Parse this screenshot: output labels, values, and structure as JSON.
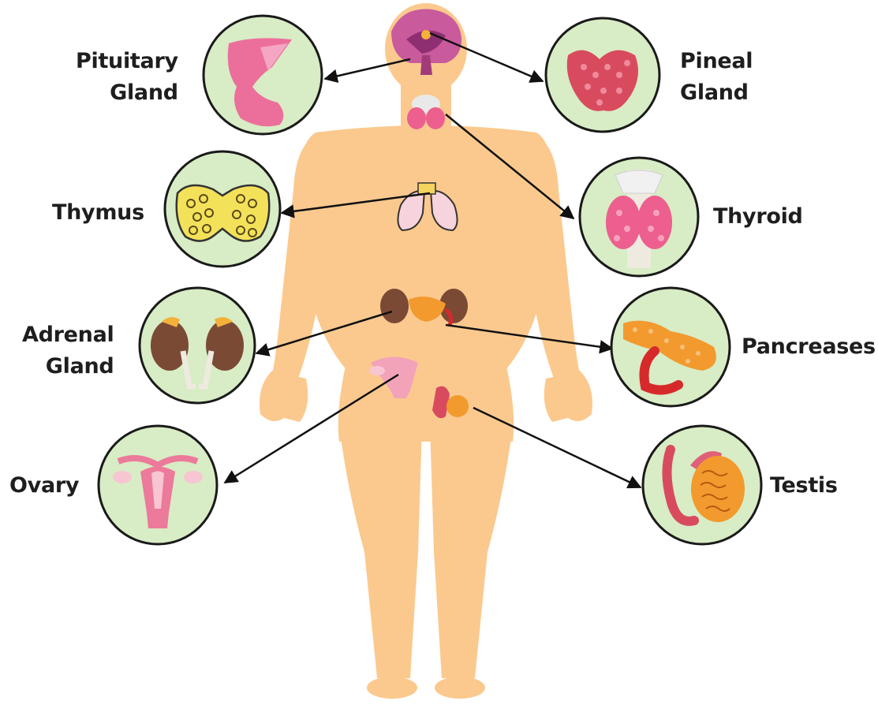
{
  "labels": {
    "pituitary": [
      "Pituitary",
      "Gland"
    ],
    "pineal": [
      "Pineal",
      "Gland"
    ],
    "thymus": "Thymus",
    "thyroid": "Thyroid",
    "adrenal": [
      "Adrenal",
      "Gland"
    ],
    "pancreas": "Pancreases",
    "ovary": "Ovary",
    "testis": "Testis"
  },
  "colors": {
    "skin": "#fbc98e",
    "circle_fill": "#d8ecc6",
    "circle_stroke": "#1a1a1a",
    "arrow": "#111111",
    "pink": "#ec6f9b",
    "kidney": "#7b4a35",
    "thymus_yellow": "#f3e15a",
    "pancreas_orange": "#f29a2e",
    "gland_red": "#d84b5f"
  }
}
